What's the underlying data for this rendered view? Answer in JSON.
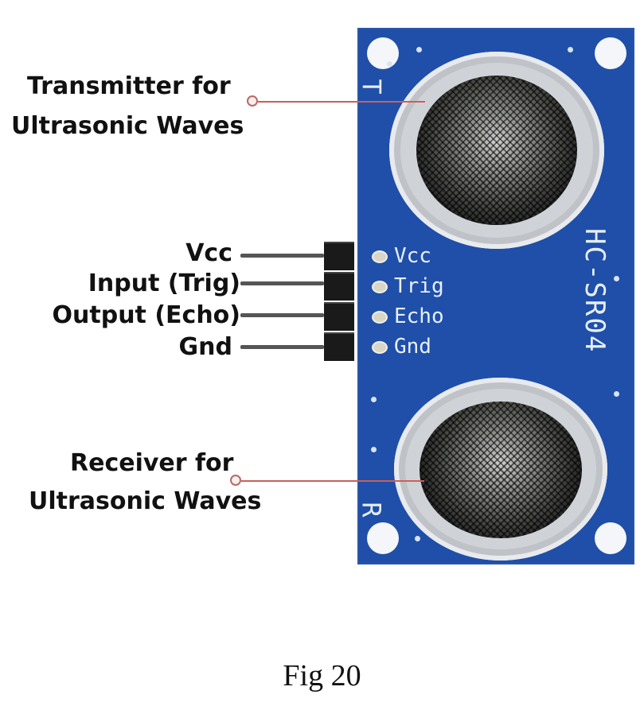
{
  "figure": {
    "caption": "Fig 20",
    "module_name": "HC-SR04"
  },
  "callouts": {
    "transmitter": {
      "line1": "Transmitter for",
      "line2": "Ultrasonic Waves"
    },
    "receiver": {
      "line1": "Receiver for",
      "line2": "Ultrasonic Waves"
    }
  },
  "pins": [
    {
      "label": "Vcc",
      "silkscreen": "Vcc"
    },
    {
      "label": "Input (Trig)",
      "silkscreen": "Trig"
    },
    {
      "label": "Output (Echo)",
      "silkscreen": "Echo"
    },
    {
      "label": "Gnd",
      "silkscreen": "Gnd"
    }
  ],
  "board": {
    "transmitter_mark": "T",
    "receiver_mark": "R",
    "colors": {
      "pcb": "#1f4fa8",
      "callout_line": "#c9605a"
    }
  }
}
